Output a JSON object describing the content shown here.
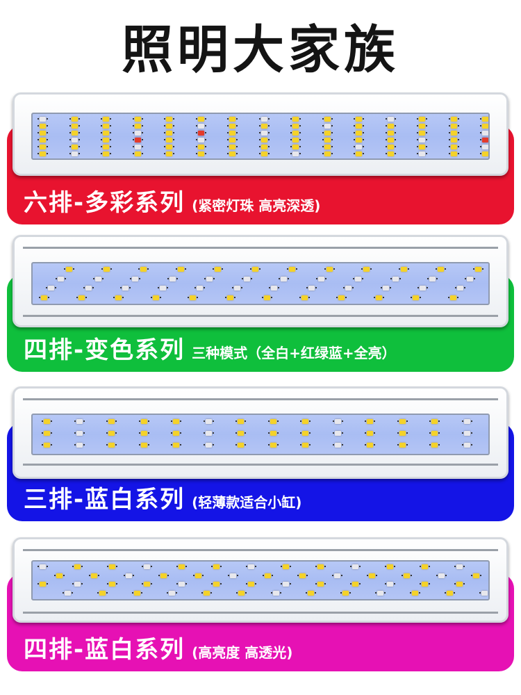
{
  "title": "照明大家族",
  "series": [
    {
      "id": "six-row",
      "name": "六排-多彩系列",
      "note": "(紧密灯珠 高亮深透)",
      "band_color": "#e8132f"
    },
    {
      "id": "four-row-color",
      "name": "四排-变色系列",
      "note": "三种模式（全白+红绿蓝+全亮）",
      "band_color": "#0fbf3c"
    },
    {
      "id": "three-row",
      "name": "三排-蓝白系列",
      "note": "(轻薄款适合小缸)",
      "band_color": "#1414e6"
    },
    {
      "id": "four-row-bw",
      "name": "四排-蓝白系列",
      "note": "(高亮度 高透光)",
      "band_color": "#e611b4"
    }
  ]
}
